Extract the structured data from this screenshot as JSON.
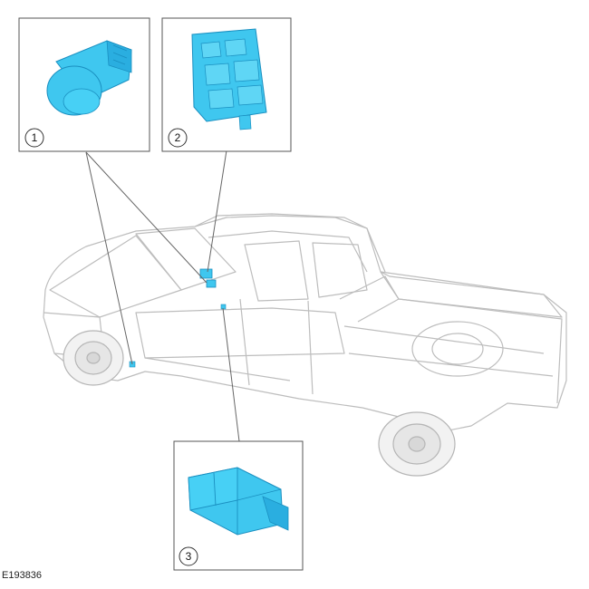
{
  "figure_id": "E193836",
  "callouts": [
    {
      "number": "1"
    },
    {
      "number": "2"
    },
    {
      "number": "3"
    }
  ],
  "colors": {
    "component": "#3fc7ef",
    "component_dark": "#1a8fc0",
    "vehicle_line": "#b8b8b8",
    "leader_line": "#666666",
    "frame": "#555555"
  }
}
